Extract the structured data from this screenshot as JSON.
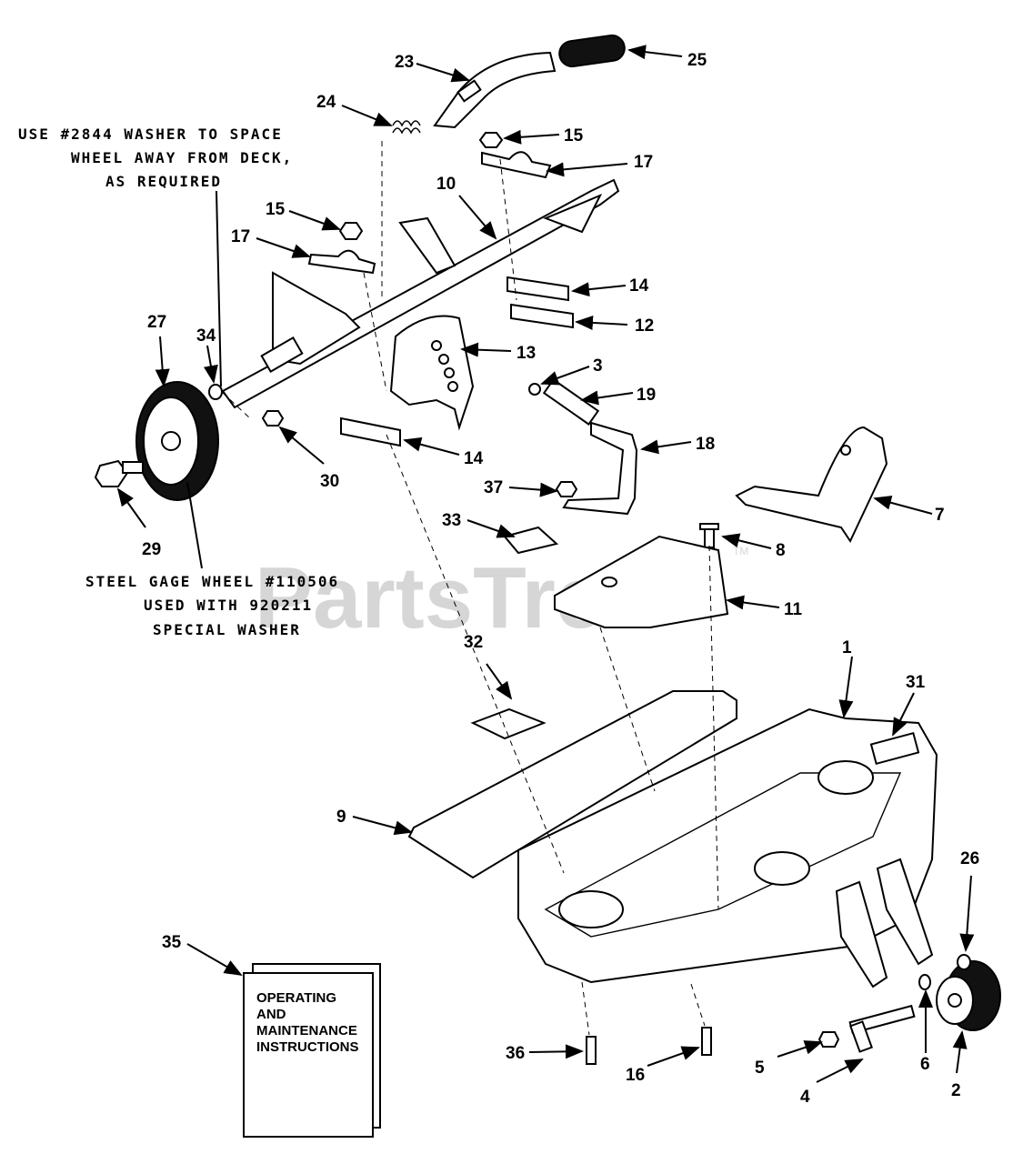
{
  "diagram": {
    "watermark": "PartsTree",
    "watermark_tm": "TM",
    "notes": {
      "washer_line1": "USE #2844 WASHER TO SPACE",
      "washer_line2": "WHEEL AWAY FROM DECK,",
      "washer_line3": "AS REQUIRED",
      "gage_line1": "STEEL GAGE WHEEL #110506",
      "gage_line2": "USED WITH 920211",
      "gage_line3": "SPECIAL WASHER"
    },
    "manual": {
      "line1": "OPERATING",
      "line2": "AND",
      "line3": "MAINTENANCE",
      "line4": "INSTRUCTIONS"
    },
    "callouts": {
      "p1": "1",
      "p2": "2",
      "p3": "3",
      "p4": "4",
      "p5": "5",
      "p6": "6",
      "p7": "7",
      "p8": "8",
      "p9": "9",
      "p10": "10",
      "p11": "11",
      "p12": "12",
      "p13": "13",
      "p14a": "14",
      "p14b": "14",
      "p15a": "15",
      "p15b": "15",
      "p16": "16",
      "p17a": "17",
      "p17b": "17",
      "p18": "18",
      "p19": "19",
      "p23": "23",
      "p24": "24",
      "p25": "25",
      "p26": "26",
      "p27": "27",
      "p29": "29",
      "p30": "30",
      "p31": "31",
      "p32": "32",
      "p33": "33",
      "p34": "34",
      "p35": "35",
      "p36": "36",
      "p37": "37"
    }
  }
}
